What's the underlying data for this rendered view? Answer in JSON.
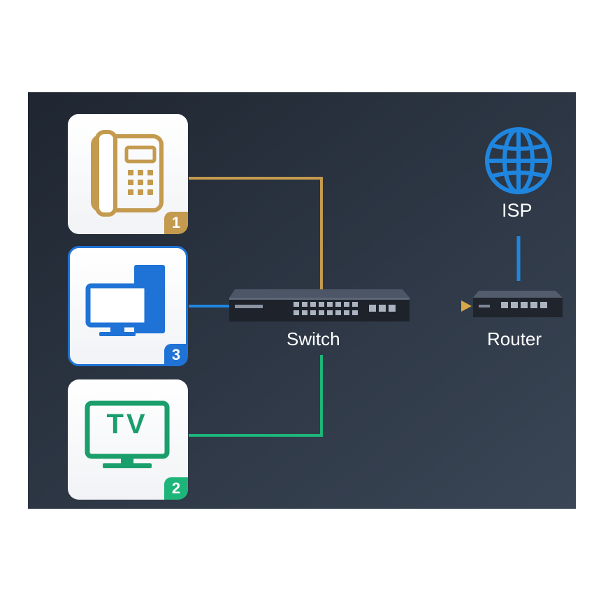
{
  "colors": {
    "background": "#2a3442",
    "phone": "#c39a4e",
    "computer": "#1f73d6",
    "tv": "#1db57a",
    "isp": "#1f86e0"
  },
  "devices": [
    {
      "icon": "phone-icon",
      "badge": "1"
    },
    {
      "icon": "computer-icon",
      "badge": "3"
    },
    {
      "icon": "tv-icon",
      "screen_text": "TV",
      "badge": "2"
    }
  ],
  "nodes": {
    "switch": {
      "label": "Switch",
      "icon": "switch-icon"
    },
    "router": {
      "label": "Router",
      "icon": "router-icon"
    },
    "isp": {
      "label": "ISP",
      "icon": "globe-icon"
    }
  }
}
